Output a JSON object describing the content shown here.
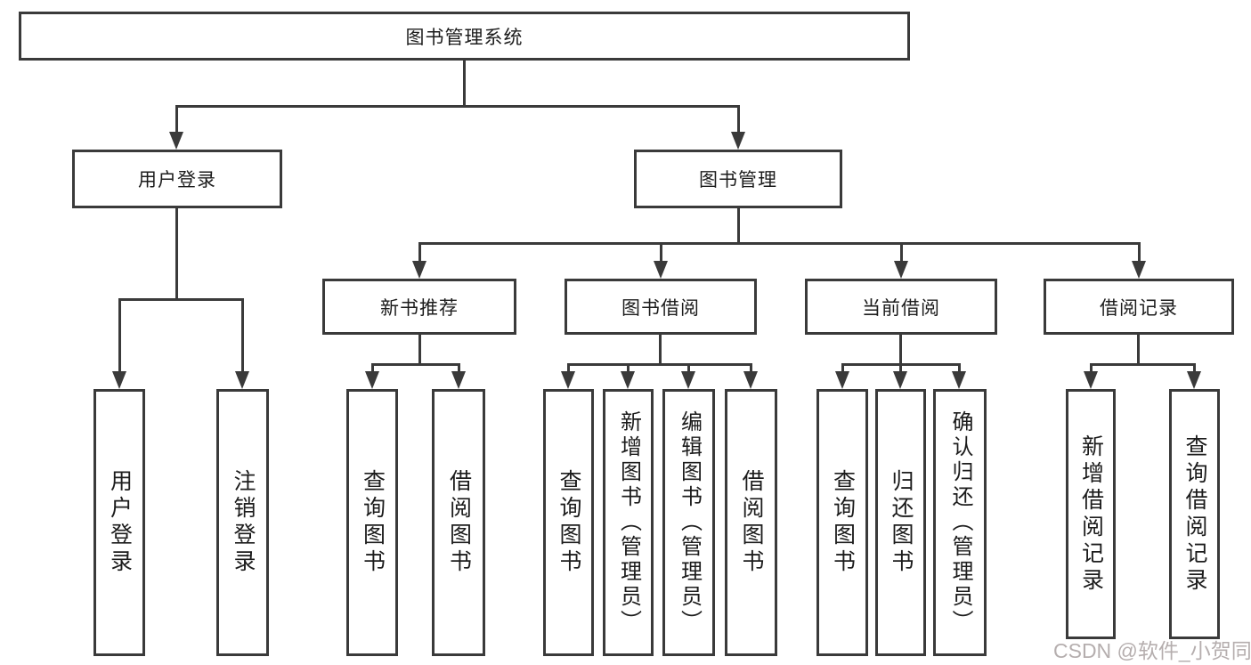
{
  "tree": {
    "label": "图书管理系统",
    "children": [
      {
        "label": "用户登录",
        "children": [
          {
            "label": "用户登录"
          },
          {
            "label": "注销登录"
          }
        ]
      },
      {
        "label": "图书管理",
        "children": [
          {
            "label": "新书推荐",
            "children": [
              {
                "label": "查询图书"
              },
              {
                "label": "借阅图书"
              }
            ]
          },
          {
            "label": "图书借阅",
            "children": [
              {
                "label": "查询图书"
              },
              {
                "label": "新增图书（管理员）"
              },
              {
                "label": "编辑图书（管理员）"
              },
              {
                "label": "借阅图书"
              }
            ]
          },
          {
            "label": "当前借阅",
            "children": [
              {
                "label": "查询图书"
              },
              {
                "label": "归还图书"
              },
              {
                "label": "确认归还（管理员）"
              }
            ]
          },
          {
            "label": "借阅记录",
            "children": [
              {
                "label": "新增借阅记录"
              },
              {
                "label": "查询借阅记录"
              }
            ]
          }
        ]
      }
    ]
  },
  "watermark": {
    "text": "CSDN @软件_小贺同学",
    "color": "#b5aeae"
  },
  "colors": {
    "line": "#3a3a3a",
    "text": "#1c1c1c",
    "background": "#ffffff"
  }
}
